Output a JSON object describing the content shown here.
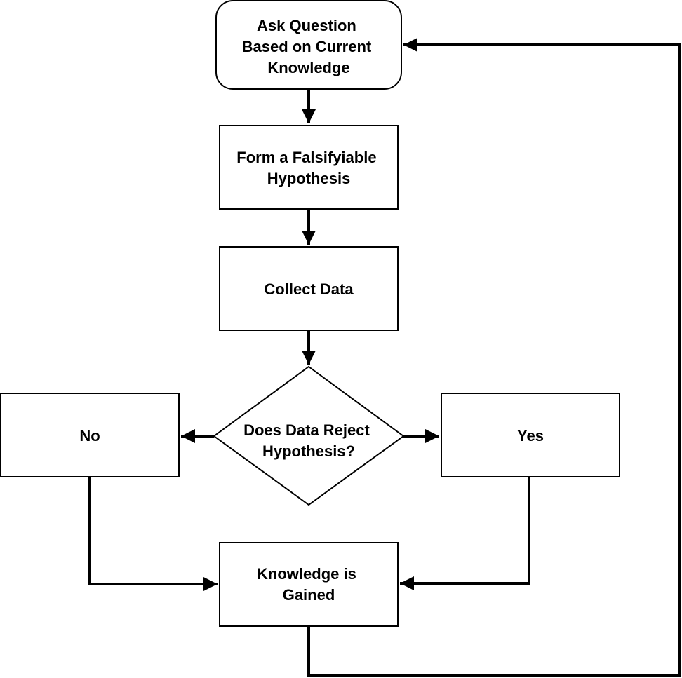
{
  "nodes": {
    "ask_question": {
      "lines": [
        "Ask Question",
        "Based on Current",
        "Knowledge"
      ]
    },
    "form_hypothesis": {
      "lines": [
        "Form a Falsifyiable",
        "Hypothesis"
      ]
    },
    "collect_data": {
      "lines": [
        "Collect Data"
      ]
    },
    "decision": {
      "lines": [
        "Does Data Reject",
        "Hypothesis?"
      ]
    },
    "no": {
      "lines": [
        "No"
      ]
    },
    "yes": {
      "lines": [
        "Yes"
      ]
    },
    "knowledge_gained": {
      "lines": [
        "Knowledge is",
        "Gained"
      ]
    }
  },
  "colors": {
    "stroke": "#000000",
    "fill": "#ffffff",
    "text": "#000000"
  }
}
